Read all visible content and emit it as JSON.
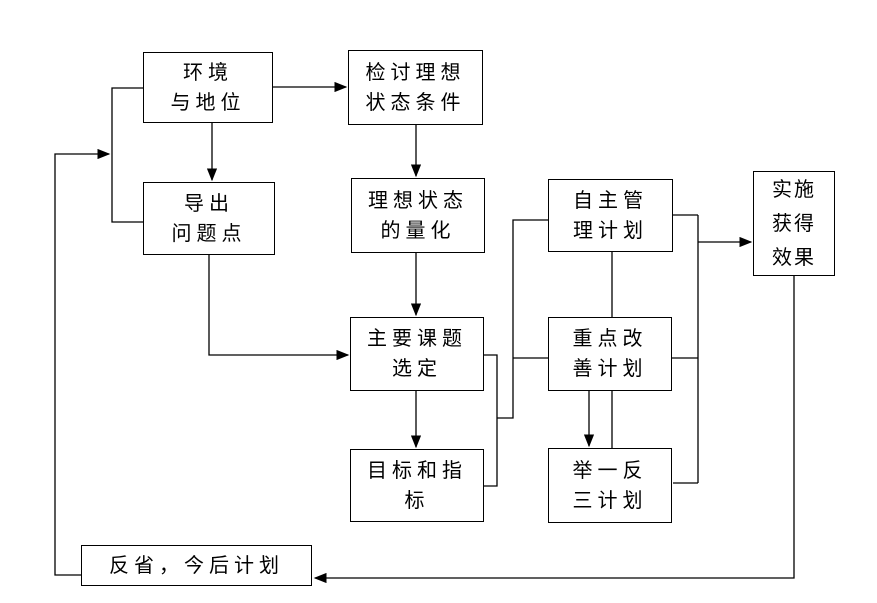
{
  "diagram": {
    "type": "flowchart",
    "language": "zh-CN",
    "colors": {
      "background": "#ffffff",
      "box_fill": "#ffffff",
      "box_border": "#000000",
      "line": "#000000",
      "text": "#000000"
    },
    "nodes": [
      {
        "id": "environment-position",
        "label": "环境\n与地位"
      },
      {
        "id": "review-ideal-conditions",
        "label": "检讨理想\n状态条件"
      },
      {
        "id": "derive-problem-points",
        "label": "导出\n问题点"
      },
      {
        "id": "quantify-ideal-state",
        "label": "理想状态\n的量化"
      },
      {
        "id": "select-main-topic",
        "label": "主要课题\n选定"
      },
      {
        "id": "goals-and-indicators",
        "label": "目标和指\n标"
      },
      {
        "id": "self-management-plan",
        "label": "自主管\n理计划"
      },
      {
        "id": "key-improvement-plan",
        "label": "重点改\n善计划"
      },
      {
        "id": "extrapolation-plan",
        "label": "举一反\n三计划"
      },
      {
        "id": "implement-get-results",
        "label": "实施\n获得\n效果"
      },
      {
        "id": "reflect-future-plan",
        "label": "反省，今后计划"
      }
    ],
    "edges": [
      {
        "from": "environment-position",
        "to": "review-ideal-conditions",
        "arrow": true
      },
      {
        "from": "environment-position",
        "to": "derive-problem-points",
        "arrow": true
      },
      {
        "from": "environment-position",
        "to": "derive-problem-points",
        "arrow": false,
        "note": "left elbow link"
      },
      {
        "from": "review-ideal-conditions",
        "to": "quantify-ideal-state",
        "arrow": true
      },
      {
        "from": "quantify-ideal-state",
        "to": "select-main-topic",
        "arrow": true
      },
      {
        "from": "derive-problem-points",
        "to": "select-main-topic",
        "arrow": true
      },
      {
        "from": "select-main-topic",
        "to": "goals-and-indicators",
        "arrow": true
      },
      {
        "from": "select-main-topic / goals-and-indicators",
        "to": "self-management-plan",
        "arrow": false,
        "note": "right bracket riser"
      },
      {
        "from": "select-main-topic / goals-and-indicators",
        "to": "key-improvement-plan",
        "arrow": false,
        "note": "right bracket riser"
      },
      {
        "from": "self-management-plan",
        "to": "key-improvement-plan",
        "arrow": false
      },
      {
        "from": "key-improvement-plan",
        "to": "extrapolation-plan",
        "arrow": true
      },
      {
        "from": "key-improvement-plan",
        "to": "extrapolation-plan",
        "arrow": false
      },
      {
        "from": "self-management-plan / key-improvement-plan / extrapolation-plan",
        "to": "implement-get-results",
        "arrow": true,
        "note": "right collector line"
      },
      {
        "from": "implement-get-results",
        "to": "reflect-future-plan",
        "arrow": true
      },
      {
        "from": "reflect-future-plan",
        "to": "environment-position / derive-problem-points link",
        "arrow": true,
        "note": "feedback loop up left side"
      }
    ]
  }
}
